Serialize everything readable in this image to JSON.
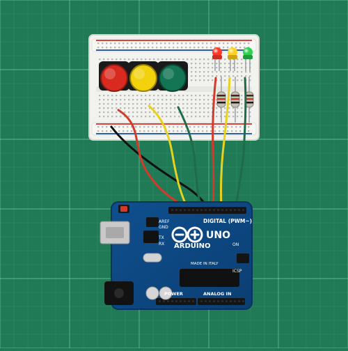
{
  "photo": {
    "colors": {
      "mat": "#1f7a55",
      "mat_grid": "#49a77a",
      "mat_grid_major": "#6cc39a",
      "breadboard": "#f2f2ef",
      "breadboard_hole": "#b9b9b4",
      "breadboard_rail_red": "#d8423c",
      "breadboard_rail_blue": "#2f5fa8",
      "arduino_board": "#0f4f8f",
      "arduino_board_dark": "#0b3f72",
      "header_black": "#141414",
      "wire_red": "#d33a2c",
      "wire_yellow": "#e8d11f",
      "wire_green": "#1f6b4b",
      "wire_black": "#111111",
      "button_red": "#d82a1f",
      "button_yellow": "#f2d10d",
      "button_green": "#137553",
      "led_red": "#ff3b2a",
      "led_yellow": "#ffd324",
      "led_green": "#2fcf4f",
      "usb_metal": "#c9c9c9"
    },
    "board_text": {
      "brand": "ARDUINO",
      "model": "UNO",
      "digital_label": "DIGITAL (PWM~)",
      "analog_label": "ANALOG IN",
      "power_label": "POWER",
      "aref_label": "AREF",
      "gnd_label": "GND",
      "tx_label": "TX",
      "rx_label": "RX",
      "on_label": "ON",
      "icsp_label": "ICSP",
      "made_in_label": "MADE IN ITALY"
    }
  }
}
